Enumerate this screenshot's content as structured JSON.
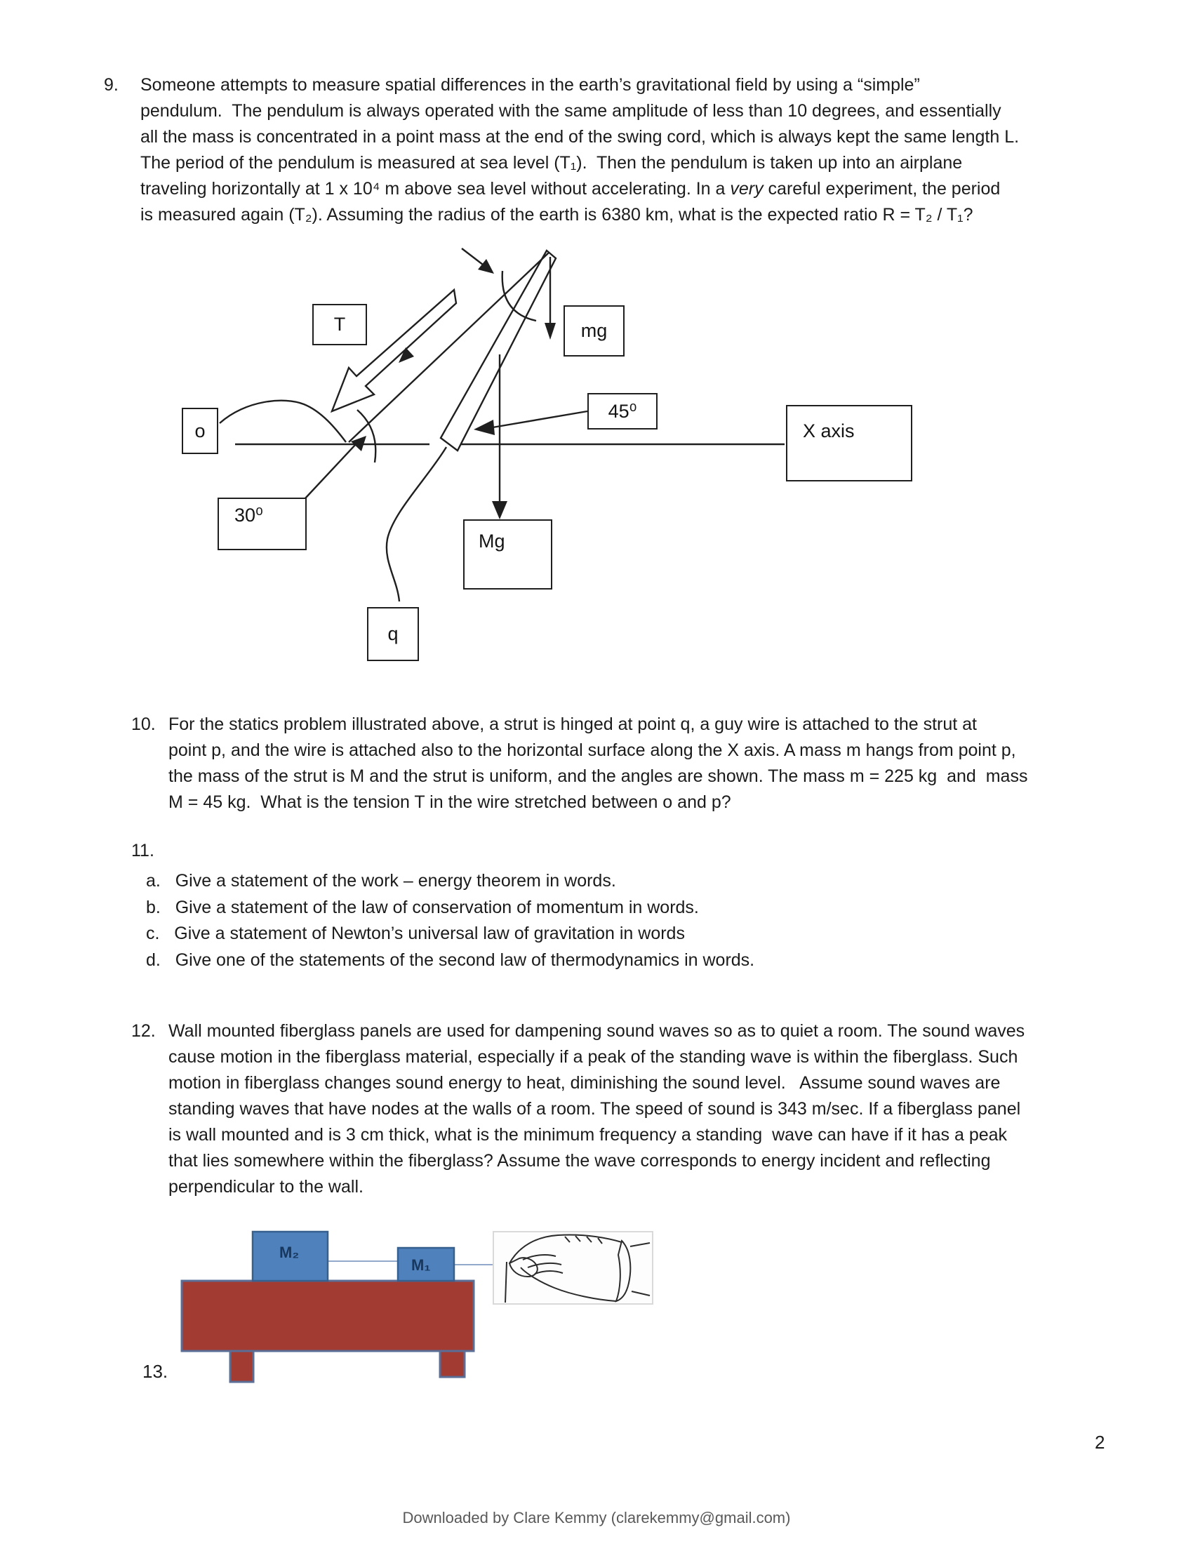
{
  "page": {
    "page_number": "2",
    "footer": "Downloaded by Clare Kemmy (clarekemmy@gmail.com)"
  },
  "problem9": {
    "number": "9.",
    "lines": [
      "Someone attempts to measure spatial differences in the earth’s gravitational field by using a “simple”",
      "pendulum.  The pendulum is always operated with the same amplitude of less than 10 degrees, and essentially",
      "all the mass is concentrated in a point mass at the end of the swing cord, which is always kept the same length L.",
      "The period of the pendulum is measured at sea level (T₁).  Then the pendulum is taken up into an airplane"
    ],
    "line5": {
      "pre": "traveling horizontally at 1 x 10⁴ m above sea level without accelerating. In a ",
      "italic": "very",
      "post": " careful experiment, the period"
    },
    "line6": "is measured again (T₂). Assuming the radius of the earth is 6380 km, what is the expected ratio R = T₂ / T₁?"
  },
  "diagram": {
    "labels": {
      "t": "T",
      "mg": "mg",
      "angle45": "45⁰",
      "x_axis": "X axis",
      "o": "o",
      "angle30": "30⁰",
      "big_mg": "Mg",
      "q": "q"
    }
  },
  "problem10": {
    "number": "10.",
    "lines": [
      "For the statics problem illustrated above, a strut is hinged at point q, a guy wire is attached to the strut at",
      "point p, and the wire is attached also to the horizontal surface along the X axis. A mass m hangs from point p,",
      "the mass of the strut is M and the strut is uniform, and the angles are shown. The mass m = 225 kg  and  mass",
      "M = 45 kg.  What is the tension T in the wire stretched between o and p?"
    ]
  },
  "problem11": {
    "number": "11.",
    "items": [
      {
        "marker": "a.",
        "text": "Give a statement of the work – energy theorem in words."
      },
      {
        "marker": "b.",
        "text": "Give a statement of the law of conservation of momentum in words."
      },
      {
        "marker": "c.",
        "text": "Give a statement of Newton’s universal law of gravitation in words"
      },
      {
        "marker": "d.",
        "text": "Give one of the statements of the second law of thermodynamics in words."
      }
    ]
  },
  "problem12": {
    "number": "12.",
    "lines": [
      "Wall mounted fiberglass panels are used for dampening sound waves so as to quiet a room. The sound waves",
      "cause motion in the fiberglass material, especially if a peak of the standing wave is within the fiberglass. Such",
      "motion in fiberglass changes sound energy to heat, diminishing the sound level.   Assume sound waves are",
      "standing waves that have nodes at the walls of a room. The speed of sound is 343 m/sec. If a fiberglass panel",
      "is wall mounted and is 3 cm thick, what is the minimum frequency a standing  wave can have if it has a peak",
      "that lies somewhere within the fiberglass? Assume the wave corresponds to energy incident and reflecting",
      "perpendicular to the wall."
    ]
  },
  "problem13": {
    "number": "13."
  },
  "figure": {
    "m2_label": "M₂",
    "m1_label": "M₁",
    "colors": {
      "block_fill": "#4f81bd",
      "block_border": "#36618e",
      "table_fill": "#a23b32",
      "table_border": "#5a6e96",
      "string_line": "#93a9cc",
      "label_text": "#17375e"
    }
  }
}
